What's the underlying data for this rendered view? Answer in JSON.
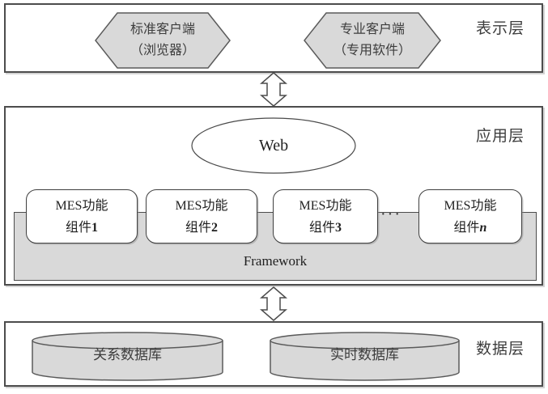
{
  "diagram": {
    "layers": [
      {
        "id": "presentation",
        "label": "表示层"
      },
      {
        "id": "application",
        "label": "应用层"
      },
      {
        "id": "data",
        "label": "数据层"
      }
    ],
    "clients": [
      {
        "line1": "标准客户端",
        "line2": "（浏览器）"
      },
      {
        "line1": "专业客户端",
        "line2": "（专用软件）"
      }
    ],
    "web_label": "Web",
    "components": [
      {
        "line1": "MES功能",
        "prefix": "组件",
        "index": "1"
      },
      {
        "line1": "MES功能",
        "prefix": "组件",
        "index": "2"
      },
      {
        "line1": "MES功能",
        "prefix": "组件",
        "index": "3"
      },
      {
        "line1": "MES功能",
        "prefix": "组件",
        "index": "n"
      }
    ],
    "ellipsis": "···",
    "framework_label": "Framework",
    "databases": [
      {
        "label": "关系数据库"
      },
      {
        "label": "实时数据库"
      }
    ],
    "colors": {
      "shape_fill": "#d9d9d9",
      "border": "#4c4c4c"
    }
  }
}
